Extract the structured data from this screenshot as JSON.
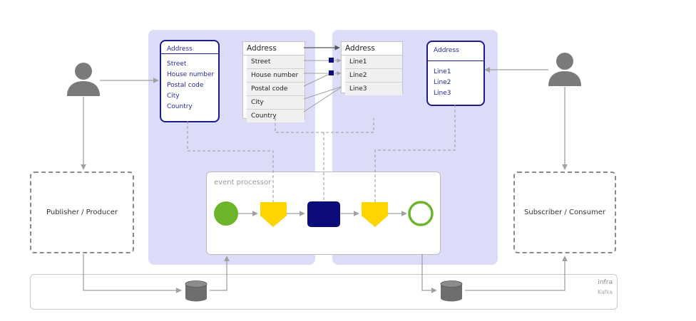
{
  "publisher_schema": {
    "title": "Address",
    "fields": [
      "Street",
      "House  number",
      "Postal code",
      "City",
      "Country"
    ]
  },
  "mapping": {
    "source_table": {
      "title": "Address",
      "rows": [
        "Street",
        "House number",
        "Postal code",
        "City",
        "Country"
      ]
    },
    "target_table": {
      "title": "Address",
      "rows": [
        "Line1",
        "Line2",
        "Line3"
      ]
    }
  },
  "consumer_schema": {
    "title": "Address",
    "fields": [
      "Line1",
      "Line2",
      "Line3"
    ]
  },
  "publisher_box": {
    "label": "Publisher / Producer"
  },
  "consumer_box": {
    "label": "Subscriber / Consumer"
  },
  "event_processor": {
    "label": "event processor"
  },
  "infra": {
    "label": "infra",
    "sublabel": "Kafka"
  },
  "colors": {
    "panel": "#dcdcf8",
    "schema_border": "#1b1b8a",
    "start_event": "#6cb52a",
    "end_event": "#6cb52a",
    "gateway": "#ffd400",
    "task": "#0b0b7a",
    "user_icon": "#7a7a7a",
    "connector": "#a0a0a0"
  },
  "icons": [
    "user-icon",
    "database-icon",
    "start-event-icon",
    "gateway-icon",
    "task-icon",
    "end-event-icon"
  ]
}
